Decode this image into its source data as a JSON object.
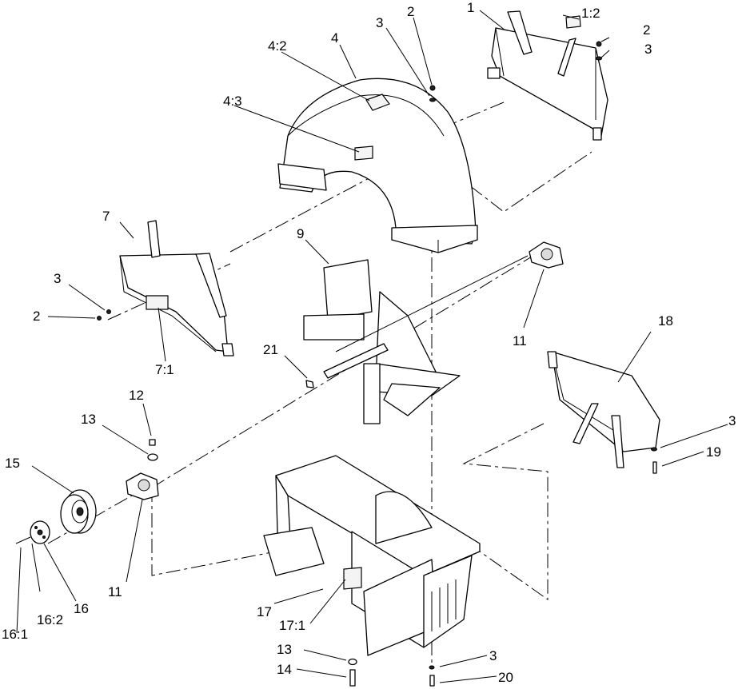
{
  "callouts": {
    "c_1": "1",
    "c_1_2": "1:2",
    "c_2_top": "2",
    "c_3_top": "3",
    "c_2_right": "2",
    "c_3_right": "3",
    "c_4": "4",
    "c_4_2": "4:2",
    "c_4_3": "4:3",
    "c_7": "7",
    "c_3_left": "3",
    "c_2_left": "2",
    "c_7_1": "7:1",
    "c_9": "9",
    "c_11_right": "11",
    "c_18": "18",
    "c_21": "21",
    "c_12": "12",
    "c_13_left": "13",
    "c_15": "15",
    "c_3_mid": "3",
    "c_19": "19",
    "c_11_left": "11",
    "c_16_1": "16:1",
    "c_16_2": "16:2",
    "c_16": "16",
    "c_17": "17",
    "c_17_1": "17:1",
    "c_13_bottom": "13",
    "c_14": "14",
    "c_3_bottom": "3",
    "c_20": "20"
  }
}
